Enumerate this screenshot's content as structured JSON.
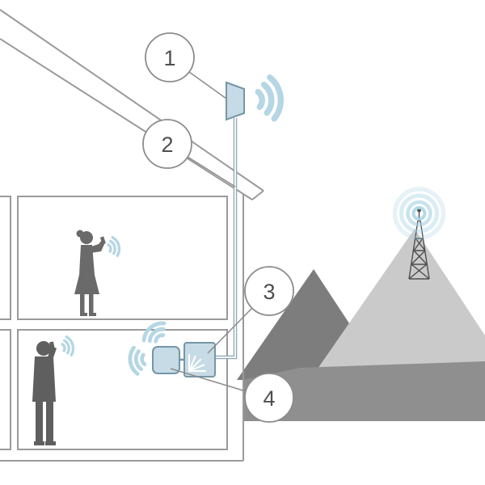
{
  "callouts": [
    {
      "label": "1"
    },
    {
      "label": "2"
    },
    {
      "label": "3"
    },
    {
      "label": "4"
    }
  ],
  "icons": {
    "outdoor-antenna-icon": "panel-trapezoid",
    "indoor-antenna-icon": "rounded-square",
    "booster-icon": "square-with-white-burst",
    "signal-waves-icon": "concentric-arcs-fan",
    "cell-tower-icon": "lattice-mast-silhouette",
    "broadcast-rings-icon": "concentric-circles",
    "person-icons": "gray-silhouettes-using-phones"
  },
  "colors": {
    "signal_blue": "#b5d6e4",
    "device_fill": "#c6dbe5",
    "device_border": "#7596a7",
    "cable_color": "#8fa9b8",
    "outline_gray": "#9a9a9a",
    "callout_border": "#8c8c8c",
    "number_text": "#4f4f4f",
    "mountain_dark": "#7d7d7d",
    "mountain_light": "#cacaca",
    "mountain_mid": "#8f8f8f",
    "tower_color": "#4d4d4d",
    "person_color": "#646464",
    "background": "#ffffff"
  }
}
